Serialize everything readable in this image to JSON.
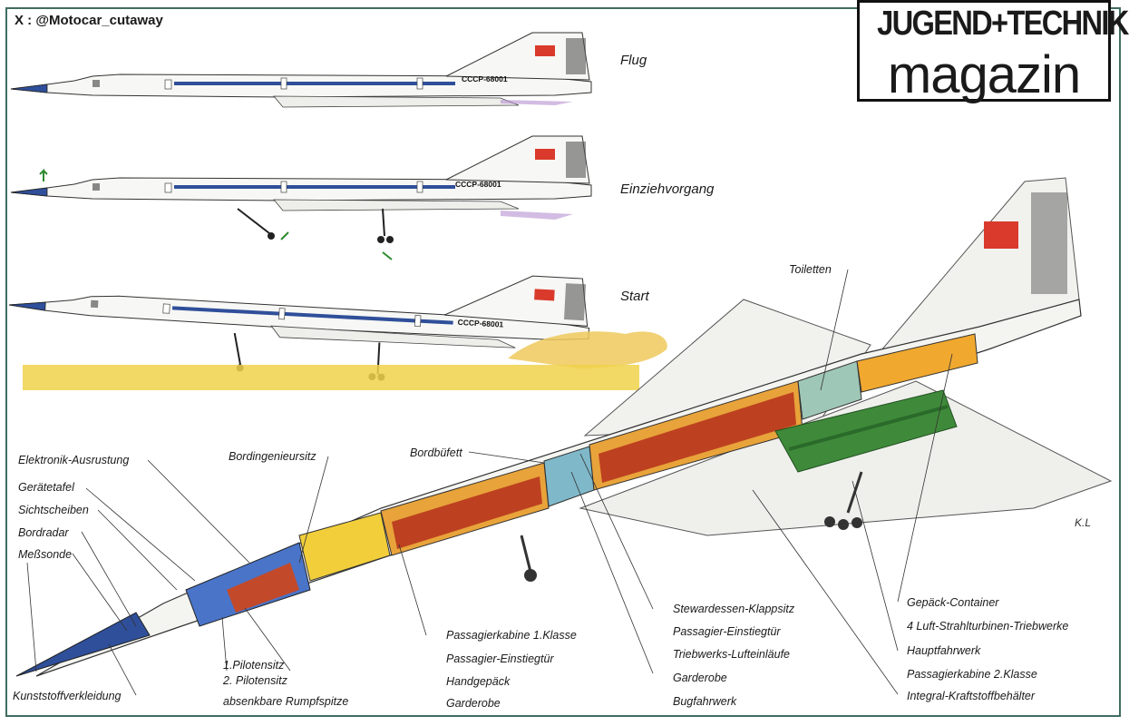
{
  "credit": "X : @Motocar_cutaway",
  "logo": {
    "line1": "JUGEND+TECHNIK",
    "line2": "magazin"
  },
  "registration": "CCCP-68001",
  "stages": [
    "Flug",
    "Einziehvorgang",
    "Start"
  ],
  "labels_left": [
    "Elektronik-Ausrustung",
    "Gerätetafel",
    "Sichtscheiben",
    "Bordradar",
    "Meßsonde",
    "Kunststoffverkleidung"
  ],
  "labels_top": [
    "Bordingenieursitz",
    "Bordbüfett",
    "Toiletten"
  ],
  "labels_bottom_center": [
    "1.Pilotensitz",
    "2. Pilotensitz",
    "absenkbare Rumpfspitze",
    "Passagierkabine 1.Klasse",
    "Passagier-Einstiegtür",
    "Handgepäck",
    "Garderobe"
  ],
  "labels_bottom_mid": [
    "Stewardessen-Klappsitz",
    "Passagier-Einstiegtür",
    "Triebwerks-Lufteinläufe",
    "Garderobe",
    "Bugfahrwerk"
  ],
  "labels_bottom_right": [
    "Gepäck-Container",
    "4 Luft-Strahlturbinen-Triebwerke",
    "Hauptfahrwerk",
    "Passagierkabine 2.Klasse",
    "Integral-Kraftstoffbehälter"
  ],
  "colors": {
    "frame": "#3f6d62",
    "stripe": "#2f4f9a",
    "flag": "#d93a2b",
    "cabin": "#e8a33a",
    "seats": "#b5301c",
    "engines": "#3f8a3a",
    "ground": "#f0d24a"
  }
}
